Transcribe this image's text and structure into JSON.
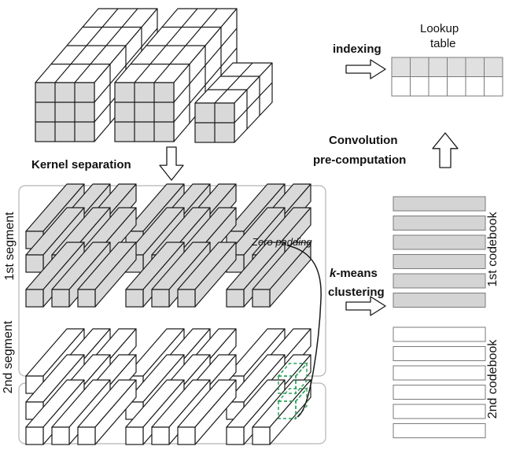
{
  "labels": {
    "indexing": "indexing",
    "lookup_table_line1": "Lookup",
    "lookup_table_line2": "table",
    "convolution_line1": "Convolution",
    "convolution_line2": "pre-computation",
    "kernel_separation": "Kernel separation",
    "segment1": "1st segment",
    "segment2": "2nd segment",
    "kmeans_k": "k",
    "kmeans_rest": "-means",
    "clustering": "clustering",
    "codebook1": "1st codebook",
    "codebook2": "2nd codebook",
    "zero_padding": "Zero padding"
  },
  "colors": {
    "gray_fill": "#d9d9d9",
    "white_fill": "#ffffff",
    "stroke": "#1a1a1a",
    "panel_border": "#b4b4b4",
    "dashed_green": "#2ca05a"
  },
  "lookup_table": {
    "rows": 2,
    "cols": 6
  },
  "codebook1_rows": 6,
  "codebook2_rows": 6
}
